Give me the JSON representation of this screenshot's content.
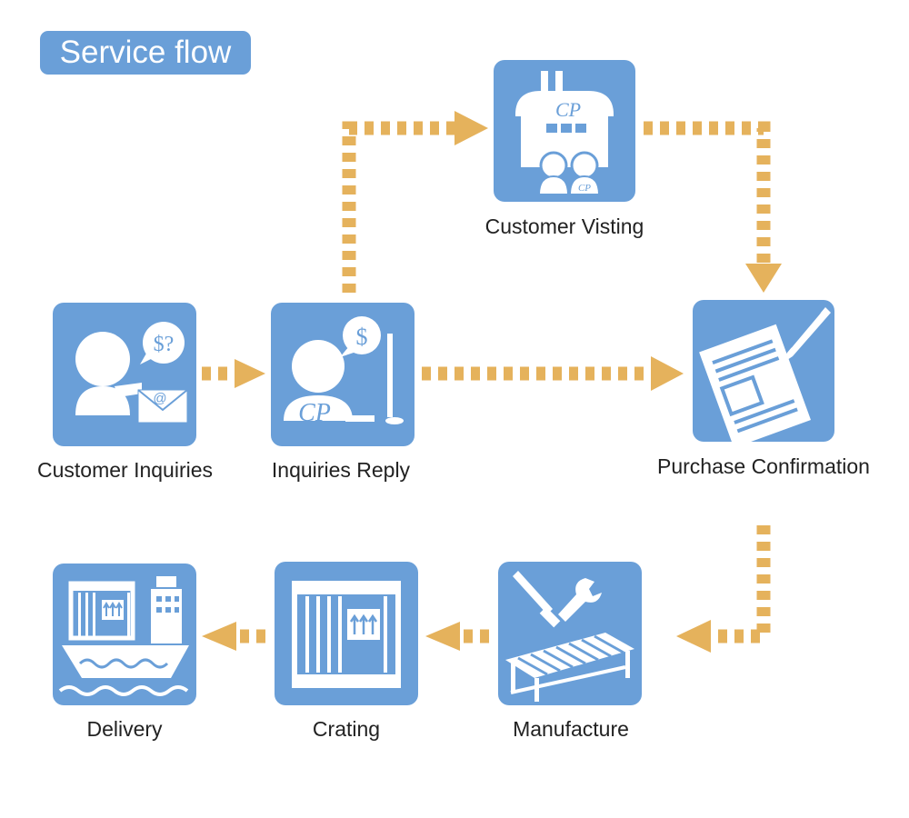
{
  "title": "Service flow",
  "colors": {
    "accent": "#6a9fd8",
    "arrow": "#e5b25c",
    "icon": "#ffffff"
  },
  "steps": [
    {
      "label": "Customer Inquiries",
      "icon": "customer-inquiry-icon",
      "glyphs": [
        "$?",
        "@"
      ]
    },
    {
      "label": "Inquiries Reply",
      "icon": "reply-computer-icon",
      "glyphs": [
        "$",
        "CP"
      ]
    },
    {
      "label": "Customer Visting",
      "icon": "factory-visit-icon",
      "glyphs": [
        "CP",
        "CP"
      ]
    },
    {
      "label": "Purchase Confirmation",
      "icon": "document-pen-icon"
    },
    {
      "label": "Manufacture",
      "icon": "conveyor-tools-icon"
    },
    {
      "label": "Crating",
      "icon": "wooden-crate-icon"
    },
    {
      "label": "Delivery",
      "icon": "cargo-ship-icon"
    }
  ]
}
